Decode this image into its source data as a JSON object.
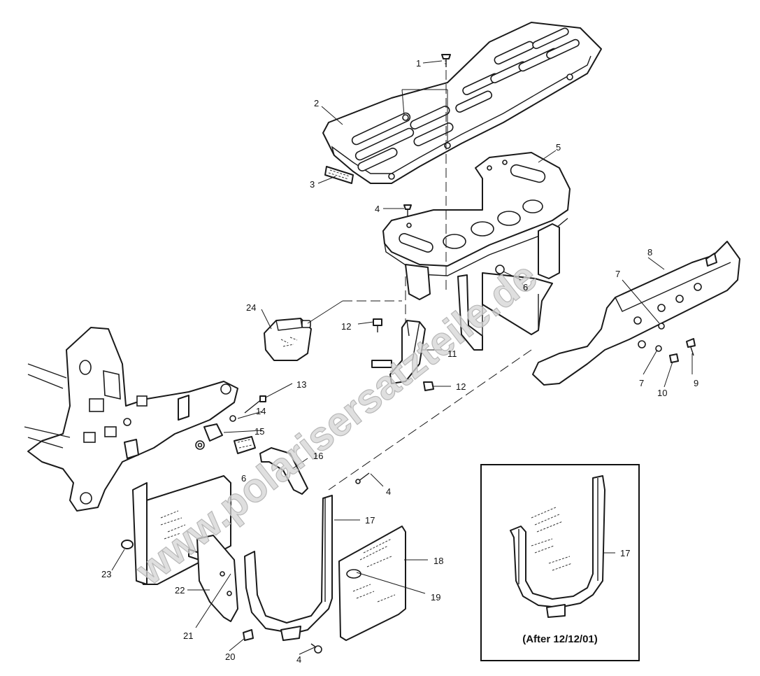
{
  "watermark": "www.polarisersatzteile.de",
  "inset": {
    "caption": "(After 12/12/01)",
    "part_label": "17"
  },
  "callouts": [
    {
      "id": "c1",
      "label": "1"
    },
    {
      "id": "c2",
      "label": "2"
    },
    {
      "id": "c3",
      "label": "3"
    },
    {
      "id": "c4a",
      "label": "4"
    },
    {
      "id": "c4b",
      "label": "4"
    },
    {
      "id": "c4c",
      "label": "4"
    },
    {
      "id": "c5",
      "label": "5"
    },
    {
      "id": "c6a",
      "label": "6"
    },
    {
      "id": "c6b",
      "label": "6"
    },
    {
      "id": "c7a",
      "label": "7"
    },
    {
      "id": "c7b",
      "label": "7"
    },
    {
      "id": "c8",
      "label": "8"
    },
    {
      "id": "c9",
      "label": "9"
    },
    {
      "id": "c10",
      "label": "10"
    },
    {
      "id": "c11",
      "label": "11"
    },
    {
      "id": "c12a",
      "label": "12"
    },
    {
      "id": "c12b",
      "label": "12"
    },
    {
      "id": "c13",
      "label": "13"
    },
    {
      "id": "c14",
      "label": "14"
    },
    {
      "id": "c15",
      "label": "15"
    },
    {
      "id": "c16",
      "label": "16"
    },
    {
      "id": "c17",
      "label": "17"
    },
    {
      "id": "c18",
      "label": "18"
    },
    {
      "id": "c19",
      "label": "19"
    },
    {
      "id": "c20",
      "label": "20"
    },
    {
      "id": "c21",
      "label": "21"
    },
    {
      "id": "c22",
      "label": "22"
    },
    {
      "id": "c23",
      "label": "23"
    },
    {
      "id": "c24",
      "label": "24"
    }
  ]
}
